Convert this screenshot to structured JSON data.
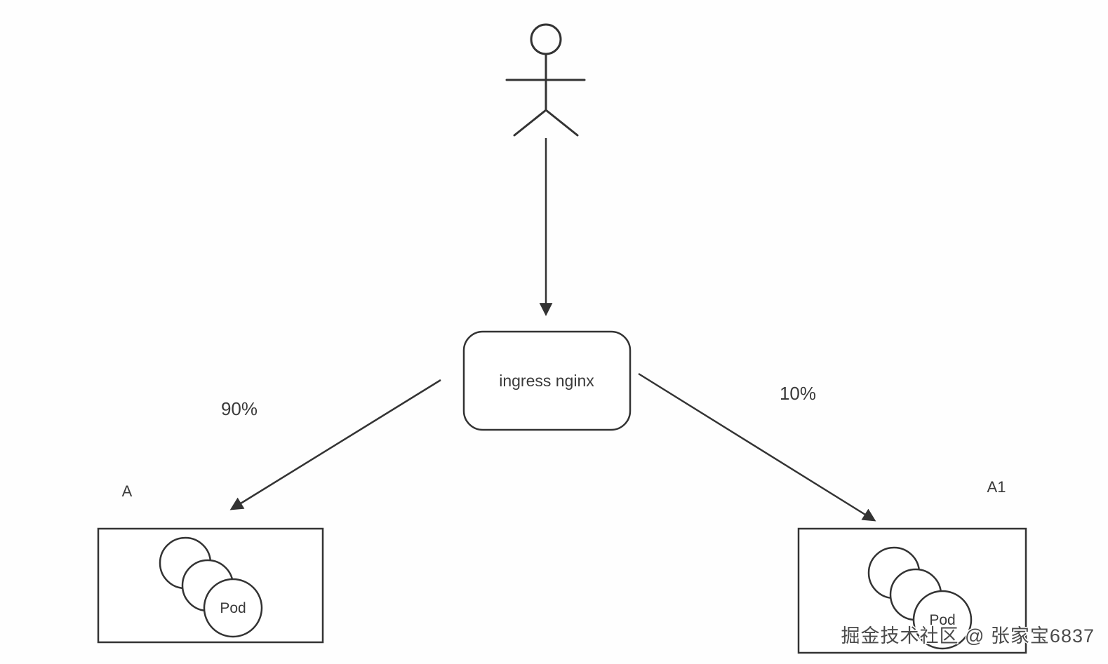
{
  "actor": {
    "icon": "user-stick-figure-icon"
  },
  "ingress": {
    "label": "ingress nginx"
  },
  "routes": {
    "left": {
      "weight": "90%"
    },
    "right": {
      "weight": "10%"
    }
  },
  "services": {
    "left": {
      "label": "A",
      "pod": "Pod"
    },
    "right": {
      "label": "A1",
      "pod": "Pod"
    }
  },
  "watermark": {
    "text": "掘金技术社区 @ 张家宝6837"
  },
  "colors": {
    "line": "#333333",
    "text": "#3a3a3a",
    "watermark_text": "#4b4b4b",
    "background": "#fefefe",
    "node_fill": "#ffffff"
  }
}
